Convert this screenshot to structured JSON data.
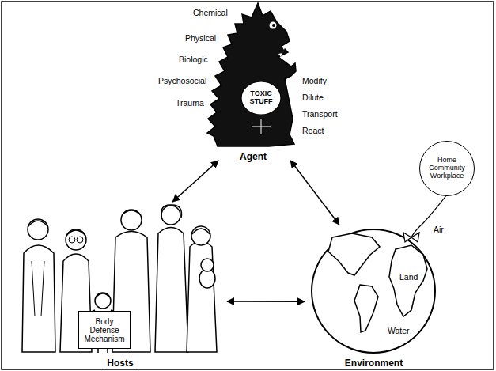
{
  "diagram": {
    "nodes": [
      {
        "text": [
          "TOXIC STUFF",
          "Agent"
        ]
      },
      {
        "text": [
          "Hosts"
        ]
      },
      {
        "text": [
          "Body Defense Mechanism"
        ],
        "in": 1
      },
      {
        "text": [
          "Environment"
        ]
      },
      {
        "text": [
          "Home Community Workplace"
        ]
      }
    ],
    "edges": [
      {
        "from": 0,
        "to": 1,
        "arrow": "both"
      },
      {
        "from": 0,
        "to": 3,
        "arrow": "both"
      },
      {
        "from": 1,
        "to": 3,
        "arrow": "both"
      }
    ],
    "labels": [
      "Chemical",
      "Physical",
      "Biologic",
      "Psychosocial",
      "Trauma",
      "Modify",
      "Dilute",
      "Transport",
      "React",
      "Air",
      "Land",
      "Water"
    ]
  }
}
